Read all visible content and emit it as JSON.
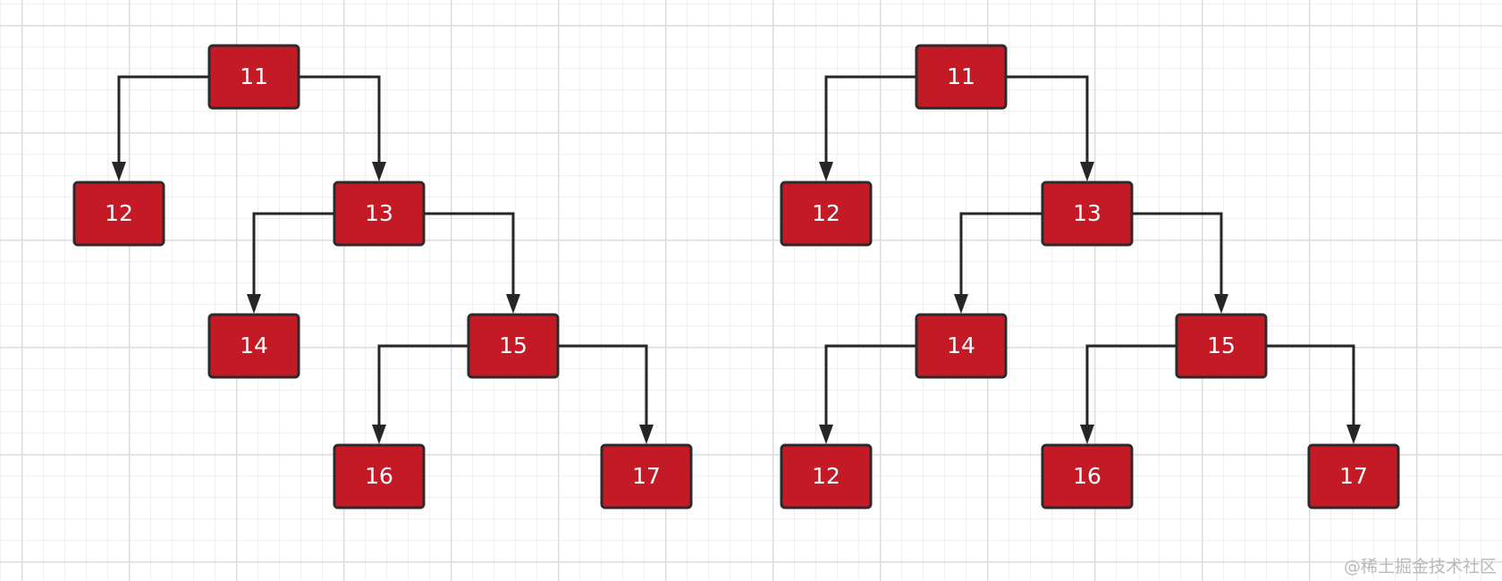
{
  "diagram": {
    "trees": [
      {
        "name": "tree-left",
        "nodes": [
          {
            "id": "a11",
            "label": "11"
          },
          {
            "id": "a12",
            "label": "12"
          },
          {
            "id": "a13",
            "label": "13"
          },
          {
            "id": "a14",
            "label": "14"
          },
          {
            "id": "a15",
            "label": "15"
          },
          {
            "id": "a16",
            "label": "16"
          },
          {
            "id": "a17",
            "label": "17"
          }
        ],
        "edges": [
          [
            "a11",
            "a12"
          ],
          [
            "a11",
            "a13"
          ],
          [
            "a13",
            "a14"
          ],
          [
            "a13",
            "a15"
          ],
          [
            "a15",
            "a16"
          ],
          [
            "a15",
            "a17"
          ]
        ]
      },
      {
        "name": "tree-right",
        "nodes": [
          {
            "id": "b11",
            "label": "11"
          },
          {
            "id": "b12",
            "label": "12"
          },
          {
            "id": "b13",
            "label": "13"
          },
          {
            "id": "b14",
            "label": "14"
          },
          {
            "id": "b15",
            "label": "15"
          },
          {
            "id": "b12b",
            "label": "12"
          },
          {
            "id": "b16",
            "label": "16"
          },
          {
            "id": "b17",
            "label": "17"
          }
        ],
        "edges": [
          [
            "b11",
            "b12"
          ],
          [
            "b11",
            "b13"
          ],
          [
            "b13",
            "b14"
          ],
          [
            "b13",
            "b15"
          ],
          [
            "b14",
            "b12b"
          ],
          [
            "b15",
            "b16"
          ],
          [
            "b15",
            "b17"
          ]
        ]
      }
    ]
  },
  "colors": {
    "node_fill": "#c41a26",
    "node_border": "#2b2b2b",
    "edge": "#262626",
    "label": "#ffffff"
  },
  "watermark": "@稀土掘金技术社区"
}
